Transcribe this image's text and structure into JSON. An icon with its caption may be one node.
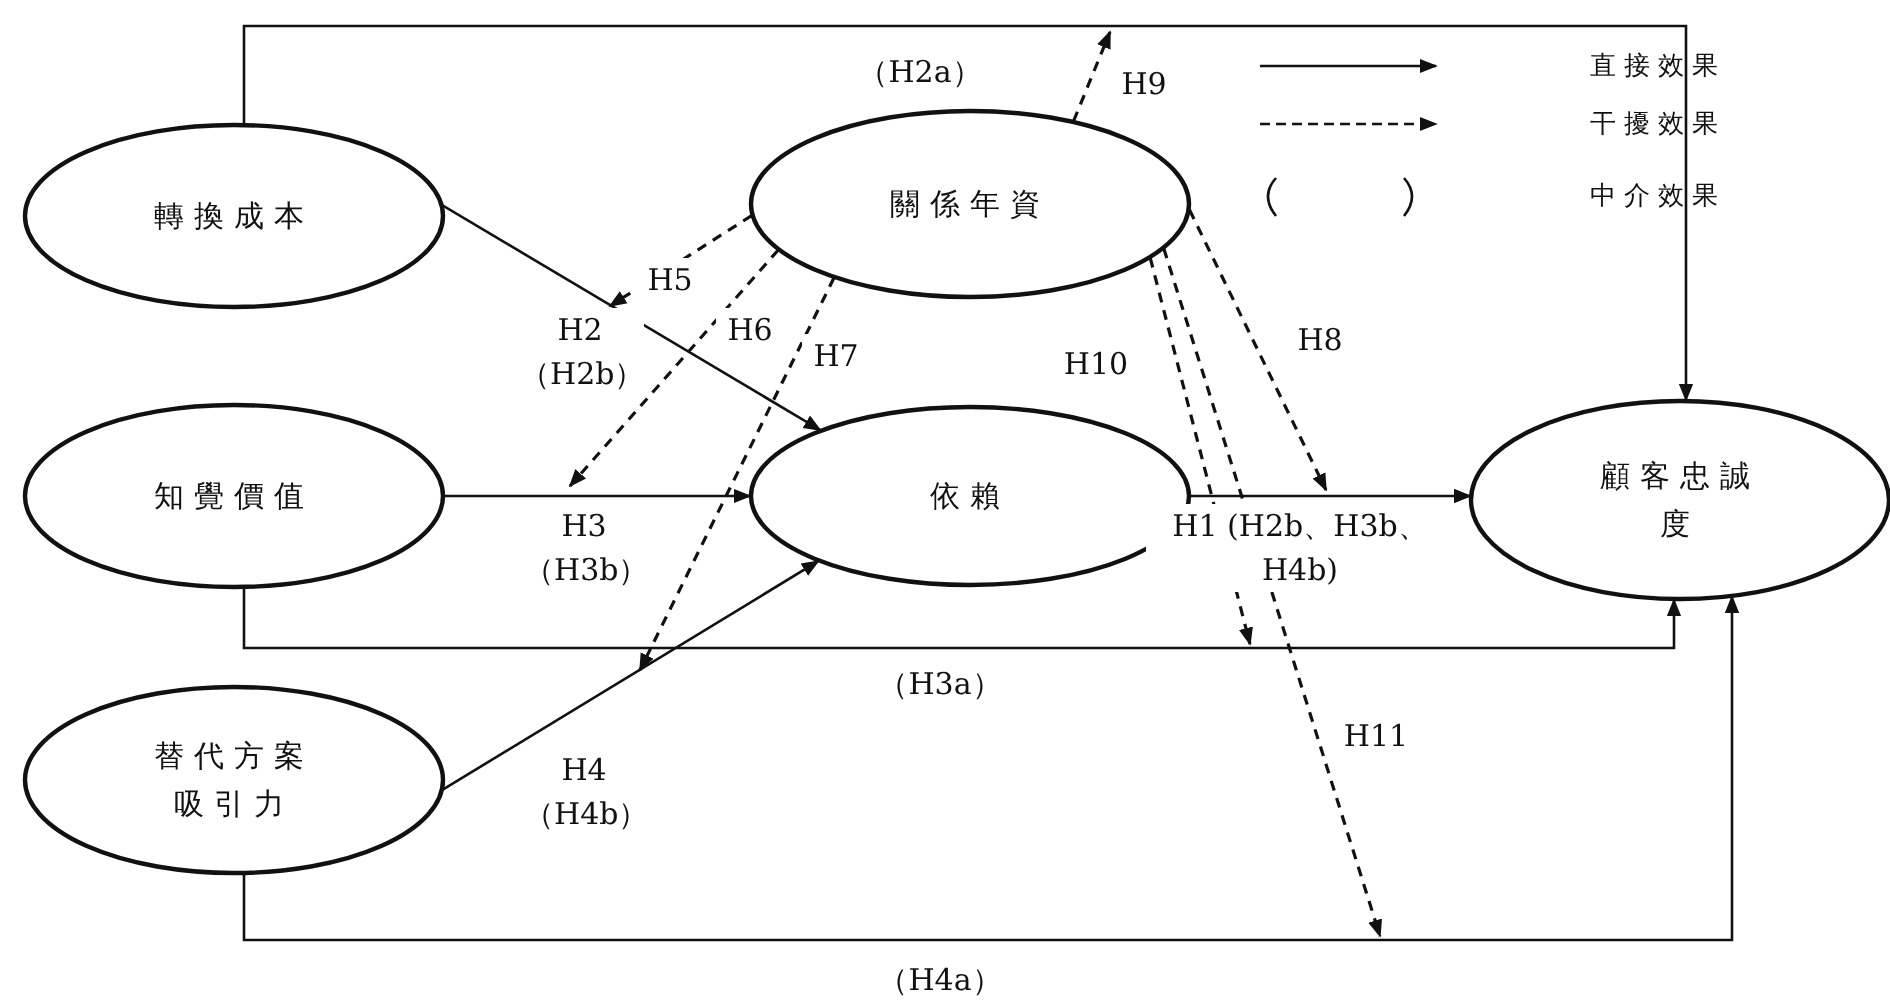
{
  "diagram": {
    "nodes": [
      {
        "text": [
          "轉換成本"
        ]
      },
      {
        "text": [
          "關係年資"
        ]
      },
      {
        "text": [
          "知覺價值"
        ]
      },
      {
        "text": [
          "依賴"
        ]
      },
      {
        "text": [
          "顧客忠誠度"
        ]
      },
      {
        "text": [
          "替代方案吸引力"
        ]
      }
    ],
    "edges": [
      {
        "from": 0,
        "to": 4,
        "arrow": "to",
        "label": "（H2a）"
      },
      {
        "from": 0,
        "to": 3,
        "arrow": "to",
        "label": "H2 （H2b）"
      },
      {
        "from": 2,
        "to": 3,
        "arrow": "to",
        "label": "H3 （H3b）"
      },
      {
        "from": 2,
        "to": 4,
        "arrow": "to",
        "label": "（H3a）"
      },
      {
        "from": 5,
        "to": 3,
        "arrow": "to",
        "label": "H4 （H4b）"
      },
      {
        "from": 5,
        "to": 4,
        "arrow": "to",
        "label": "（H4a）"
      },
      {
        "from": 3,
        "to": 4,
        "arrow": "to",
        "label": "H1 (H2b、H3b、H4b)"
      },
      {
        "from": 1,
        "to": null,
        "arrow": "to",
        "label": "H5",
        "style": "dashed"
      },
      {
        "from": 1,
        "to": null,
        "arrow": "to",
        "label": "H6",
        "style": "dashed"
      },
      {
        "from": 1,
        "to": null,
        "arrow": "to",
        "label": "H7",
        "style": "dashed"
      },
      {
        "from": 1,
        "to": null,
        "arrow": "to",
        "label": "H8",
        "style": "dashed"
      },
      {
        "from": 1,
        "to": null,
        "arrow": "to",
        "label": "H9",
        "style": "dashed"
      },
      {
        "from": 1,
        "to": null,
        "arrow": "to",
        "label": "H10",
        "style": "dashed"
      },
      {
        "from": 1,
        "to": null,
        "arrow": "to",
        "label": "H11",
        "style": "dashed"
      }
    ],
    "legend": [
      {
        "text": "直接效果"
      },
      {
        "text": "干擾效果"
      },
      {
        "text": "中介效果"
      }
    ]
  }
}
